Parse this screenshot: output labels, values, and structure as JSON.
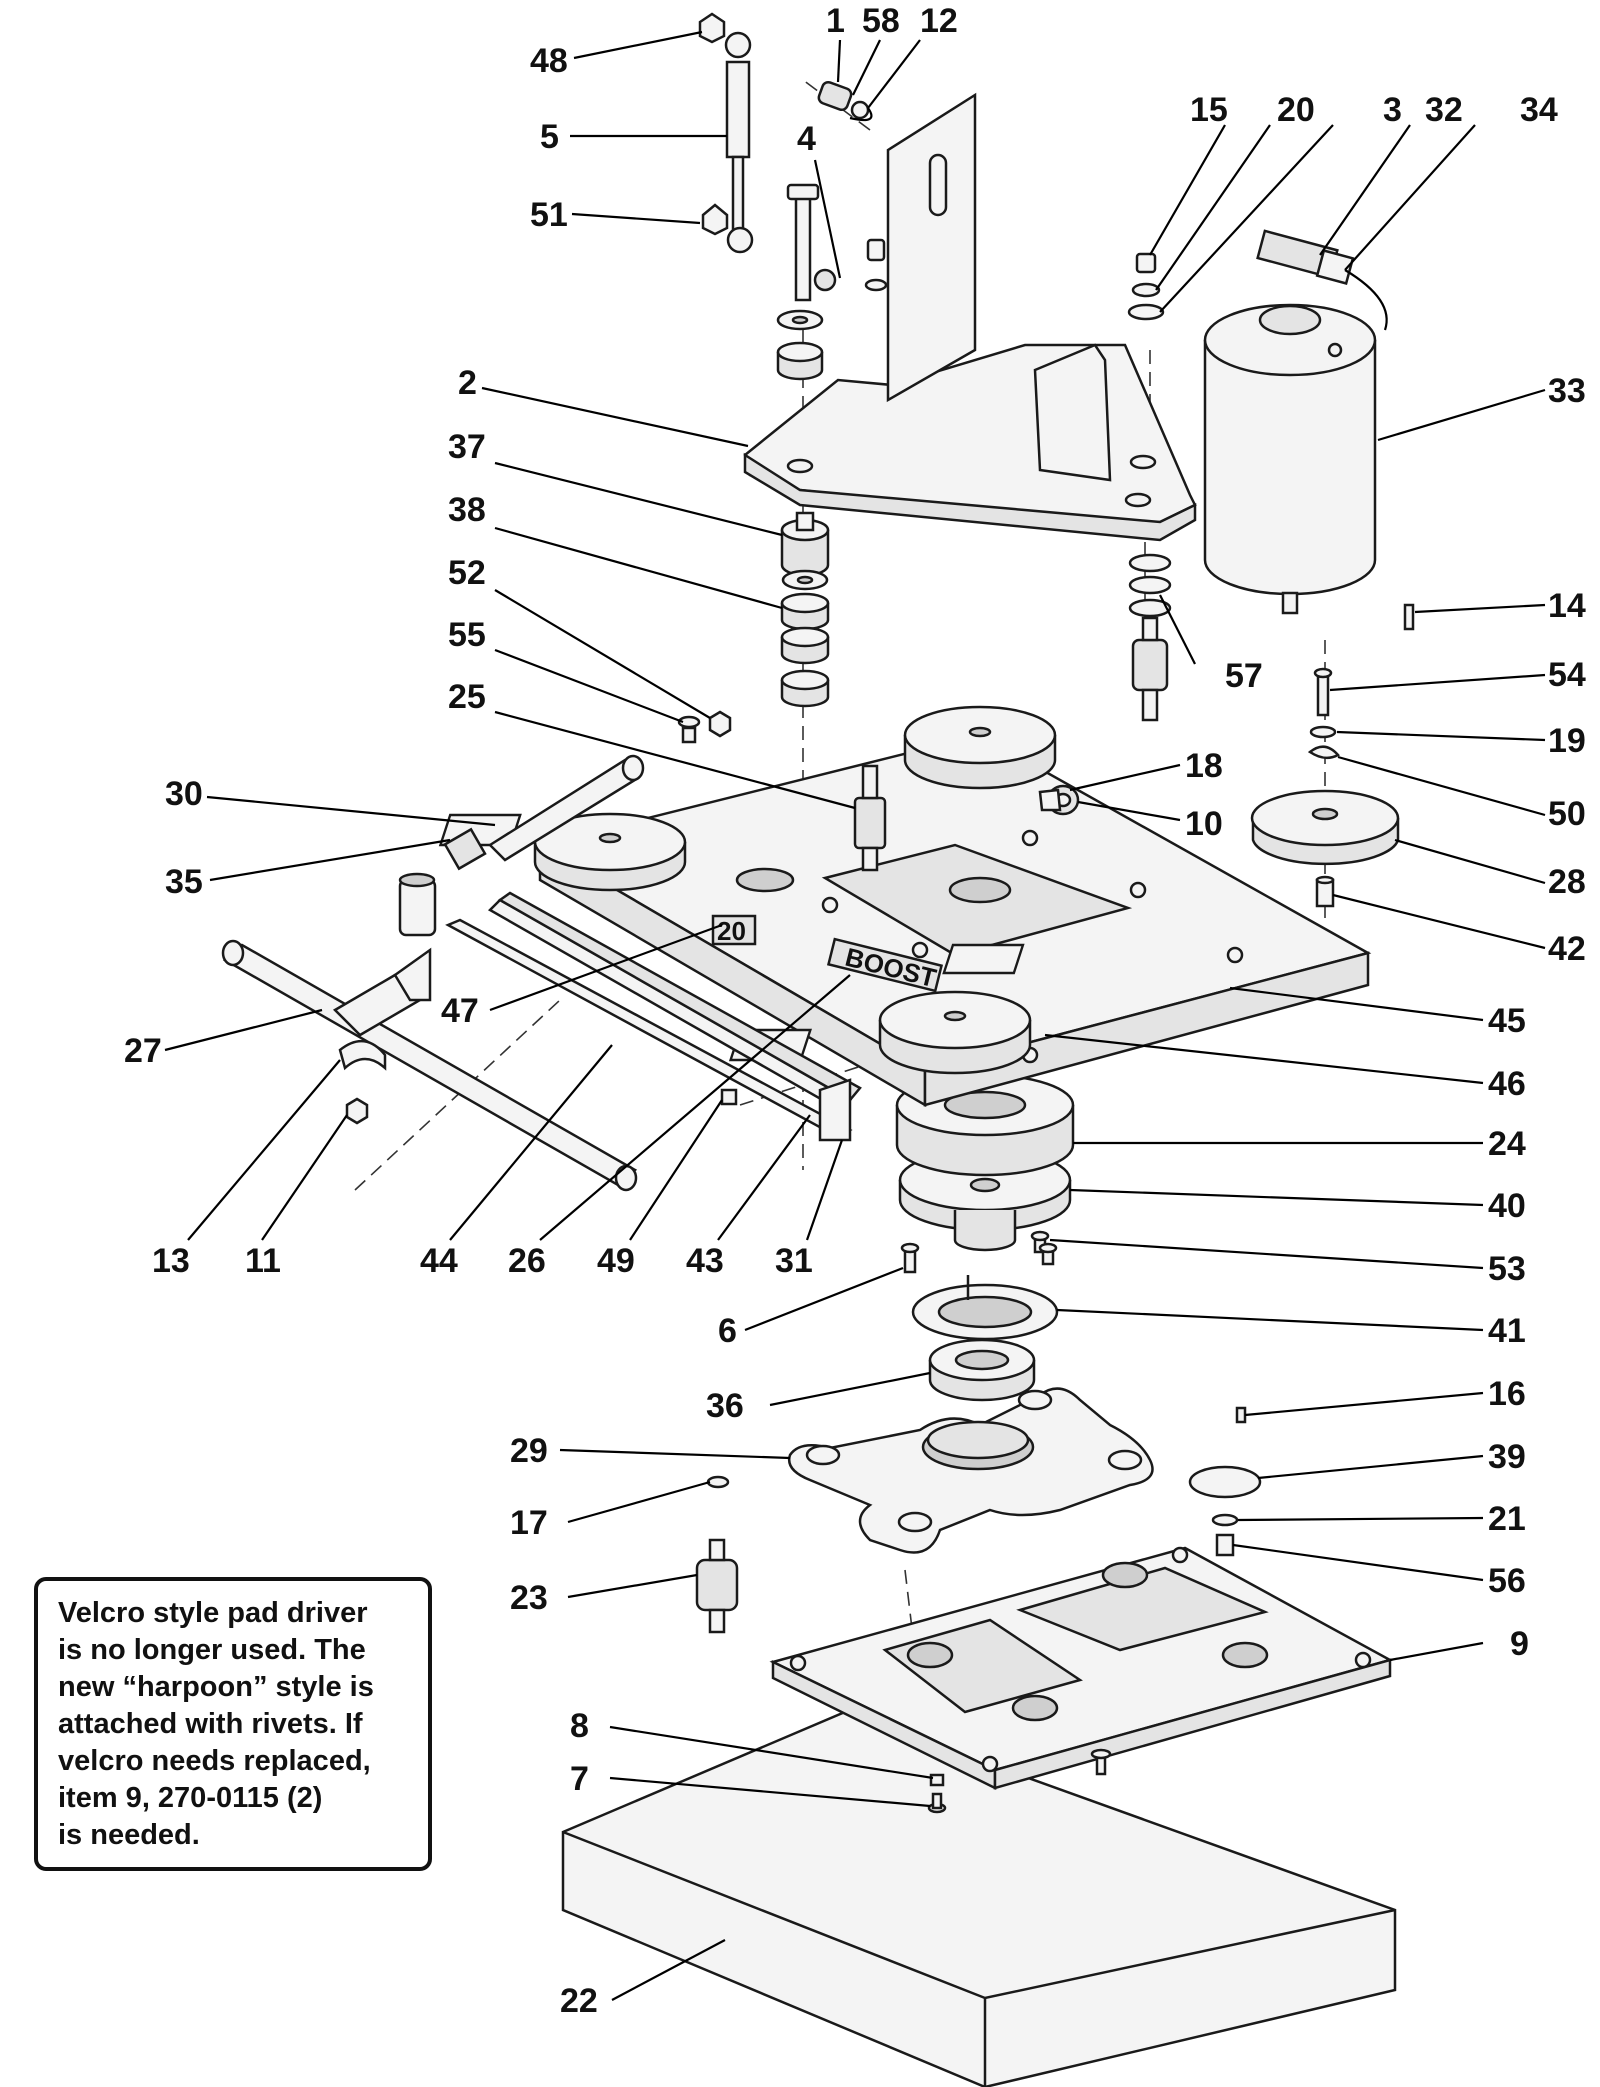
{
  "diagram": {
    "callouts": {
      "c1": "1",
      "c2": "2",
      "c3": "3",
      "c4": "4",
      "c5": "5",
      "c6": "6",
      "c7": "7",
      "c8": "8",
      "c9": "9",
      "c10": "10",
      "c11": "11",
      "c12": "12",
      "c13": "13",
      "c14": "14",
      "c15": "15",
      "c16": "16",
      "c17": "17",
      "c18": "18",
      "c19": "19",
      "c20": "20",
      "c21": "21",
      "c22": "22",
      "c23": "23",
      "c24": "24",
      "c25": "25",
      "c26": "26",
      "c27": "27",
      "c28": "28",
      "c29": "29",
      "c30": "30",
      "c31": "31",
      "c32": "32",
      "c33": "33",
      "c34": "34",
      "c35": "35",
      "c36": "36",
      "c37": "37",
      "c38": "38",
      "c39": "39",
      "c40": "40",
      "c41": "41",
      "c42": "42",
      "c43": "43",
      "c44": "44",
      "c45": "45",
      "c46": "46",
      "c47": "47",
      "c48": "48",
      "c49": "49",
      "c50": "50",
      "c51": "51",
      "c52": "52",
      "c53": "53",
      "c54": "54",
      "c55": "55",
      "c56": "56",
      "c57": "57",
      "c58": "58"
    },
    "plate_labels": {
      "twenty": "20",
      "boost": "BOOST"
    }
  },
  "note": {
    "lines": [
      "Velcro style pad driver",
      "is no longer used. The",
      "new “harpoon” style is",
      "attached with rivets. If",
      "velcro needs replaced,",
      "item 9, 270-0115 (2)",
      "is needed."
    ]
  }
}
